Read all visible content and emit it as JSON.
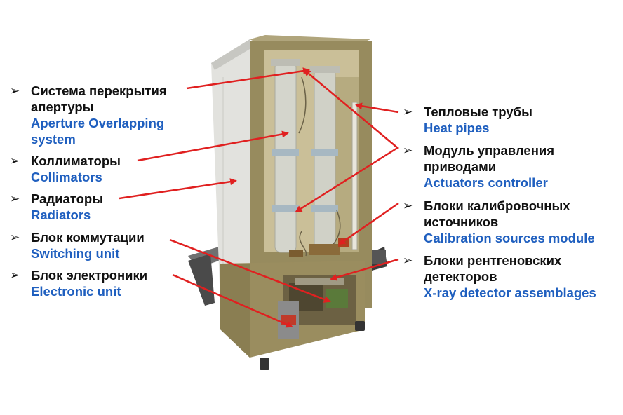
{
  "colors": {
    "russian_text": "#111111",
    "english_text": "#1f5fbf",
    "arrow": "#e02020",
    "frame_metal": "#9b8f62",
    "side_panel": "#dcdcd8",
    "interior": "#c7bb94"
  },
  "bullet_icon": "arrowhead-bullet-icon",
  "bullet_glyph": "➢",
  "callouts": [
    {
      "ru": [
        "Система перекрытия",
        "апертуры"
      ],
      "en": [
        "Aperture Overlapping",
        "system"
      ]
    },
    {
      "ru": [
        "Коллиматоры"
      ],
      "en": [
        "Collimators"
      ]
    },
    {
      "ru": [
        "Радиаторы"
      ],
      "en": [
        "Radiators"
      ]
    },
    {
      "ru": [
        "Блок коммутации"
      ],
      "en": [
        "Switching unit"
      ]
    },
    {
      "ru": [
        "Блок электроники"
      ],
      "en": [
        "Electronic  unit"
      ]
    },
    {
      "ru": [
        "Тепловые трубы"
      ],
      "en": [
        "Heat pipes"
      ]
    },
    {
      "ru": [
        "Модуль управления",
        "приводами"
      ],
      "en": [
        "Actuators controller"
      ]
    },
    {
      "ru": [
        "Блоки калибровочных",
        "источников"
      ],
      "en": [
        "Calibration sources module"
      ]
    },
    {
      "ru": [
        "Блоки рентгеновских",
        "детекторов"
      ],
      "en": [
        "X-ray detector  assemblages"
      ]
    }
  ]
}
